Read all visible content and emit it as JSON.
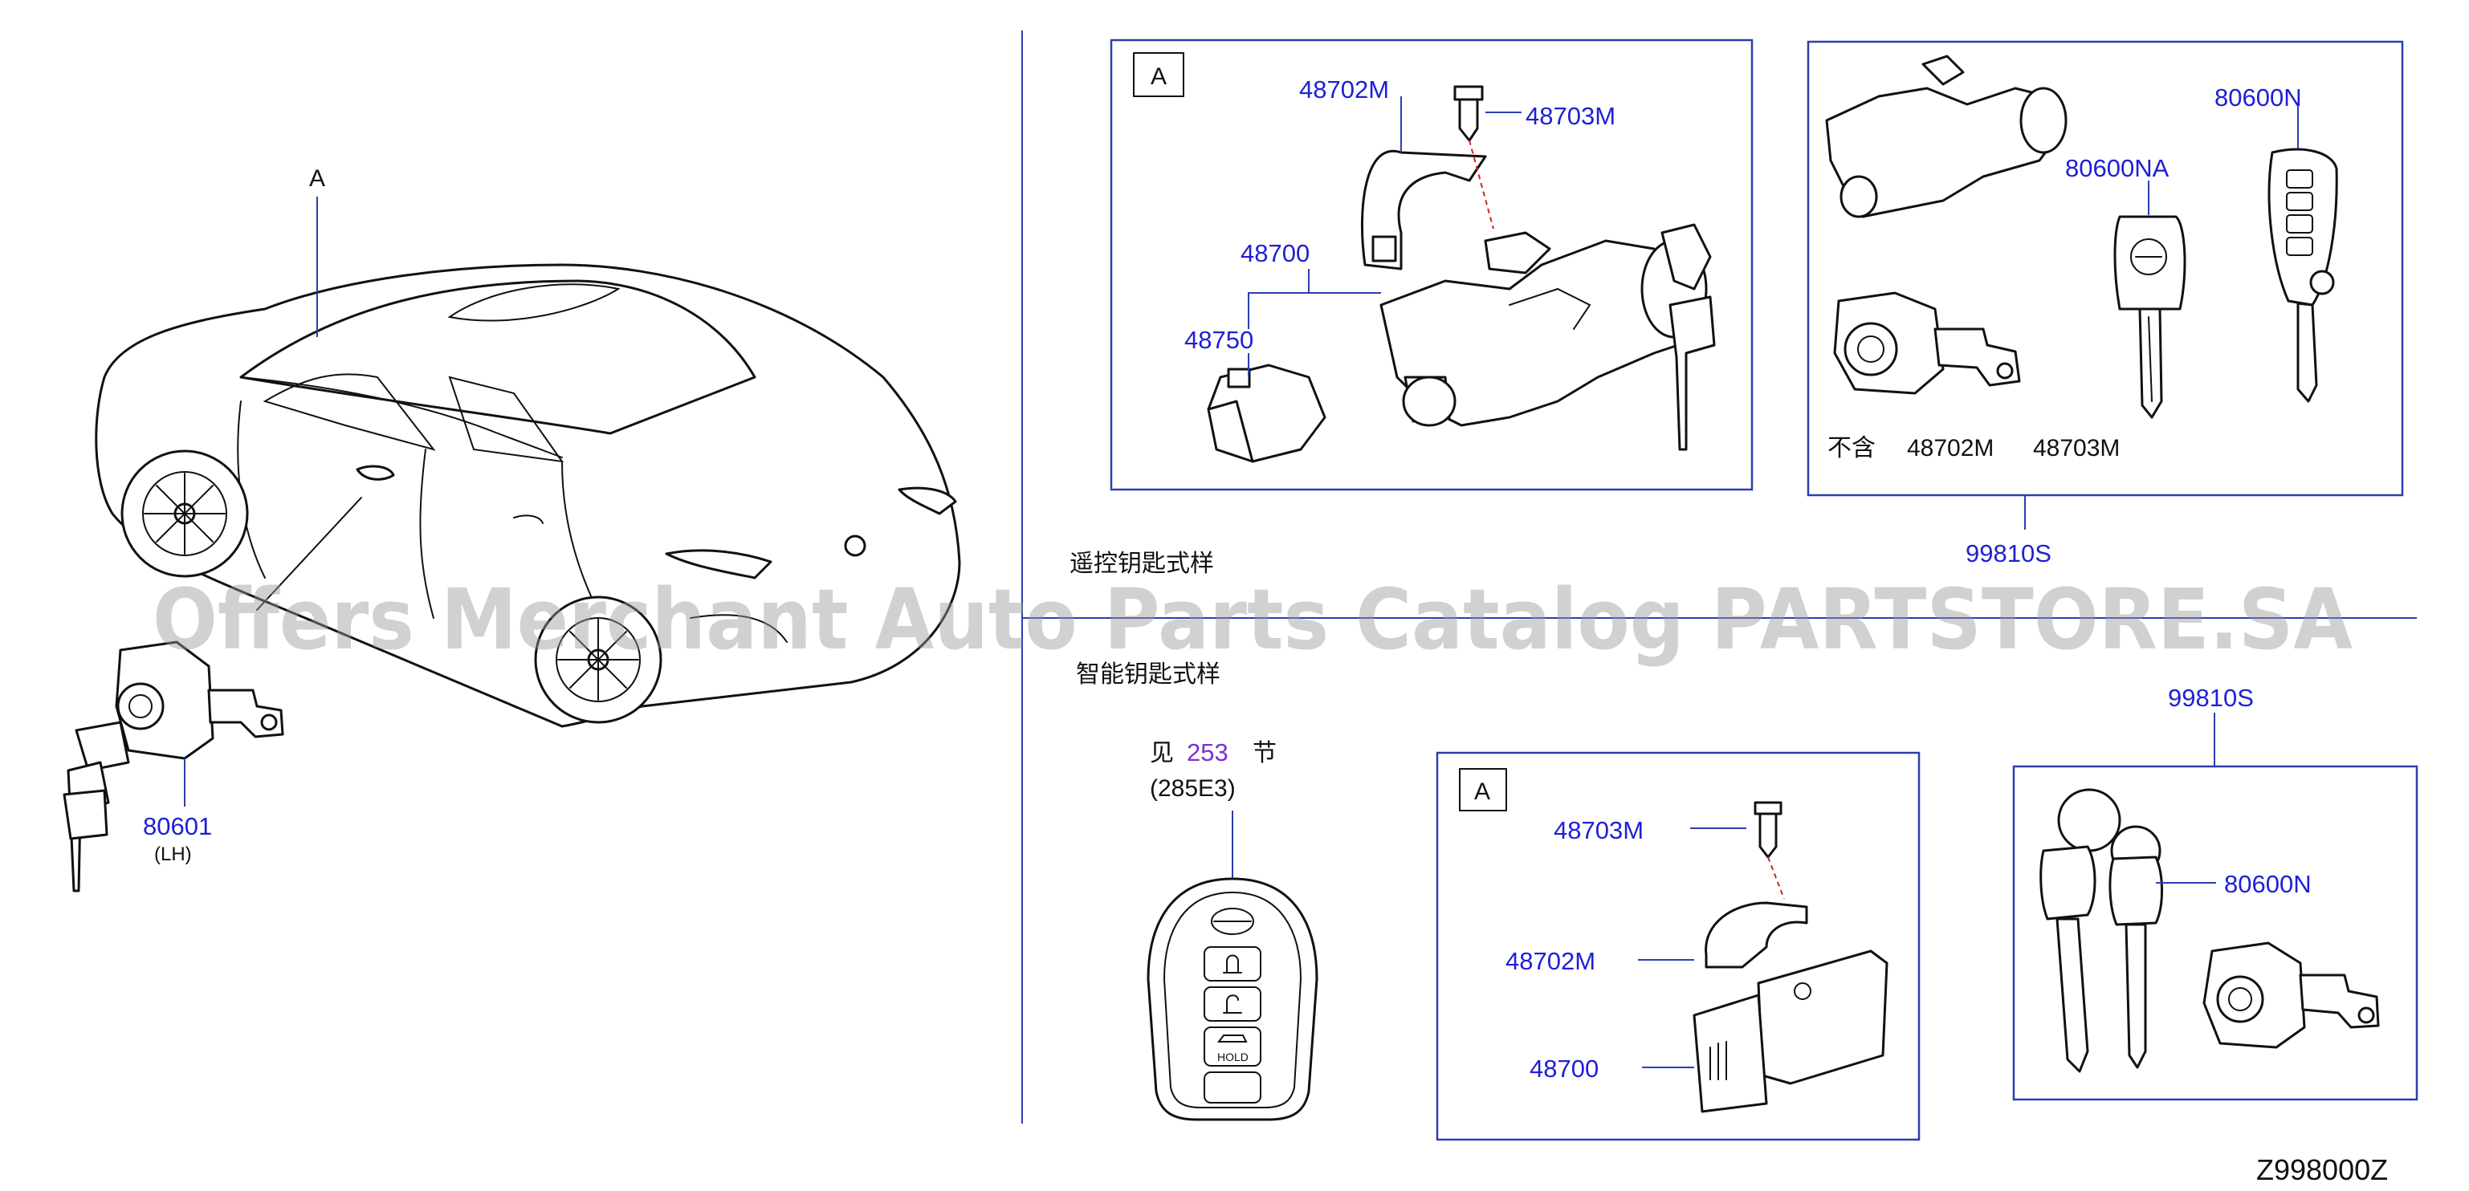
{
  "watermark": "Offers Merchant Auto Parts Catalog PARTSTORE.SA",
  "diagram_code": "Z998000Z",
  "vehicle": {
    "view_label": "A"
  },
  "left_parts": [
    {
      "number": "80601",
      "note": "(LH)"
    }
  ],
  "remote_key_section": {
    "title": "遥控钥匙式样",
    "detail_box": {
      "tag": "A",
      "parts": [
        "48702M",
        "48703M",
        "48700",
        "48750"
      ]
    },
    "kit_box": {
      "parts": [
        "80600N",
        "80600NA"
      ],
      "exclusion_prefix": "不含",
      "exclusions": [
        "48702M",
        "48703M"
      ],
      "kit_number": "99810S"
    }
  },
  "smart_key_section": {
    "title": "智能钥匙式样",
    "see_prefix": "见",
    "see_number": "253",
    "see_suffix": "节",
    "see_code": "(285E3)",
    "fob_hold_label": "HOLD",
    "detail_box": {
      "tag": "A",
      "parts": [
        "48703M",
        "48702M",
        "48700"
      ]
    },
    "kit_box": {
      "kit_number": "99810S",
      "parts": [
        "80600N"
      ]
    }
  },
  "colors": {
    "callout": "#1f1fd6",
    "leader": "#2a3fb0",
    "reference_link": "#7a2fd6"
  }
}
